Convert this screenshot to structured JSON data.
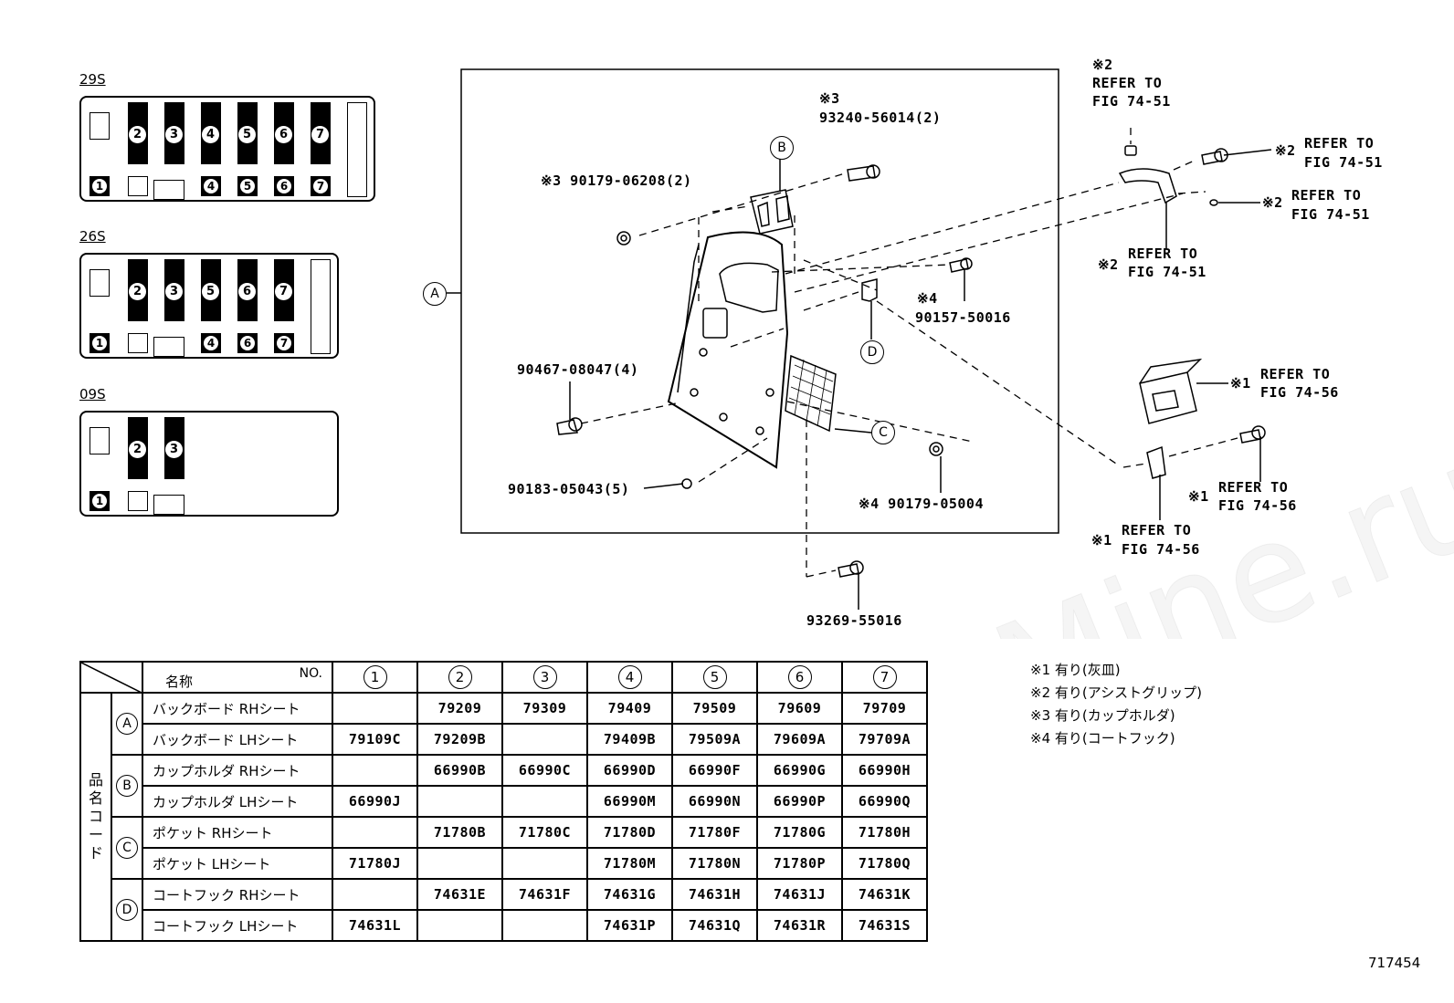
{
  "seat_configs": [
    {
      "label": "29S",
      "top_numbers": [
        "2",
        "3",
        "4",
        "5",
        "6",
        "7"
      ],
      "bottom_numbers": [
        "1",
        "4",
        "5",
        "6",
        "7"
      ]
    },
    {
      "label": "26S",
      "top_numbers": [
        "2",
        "3",
        "5",
        "6",
        "7"
      ],
      "bottom_numbers": [
        "1",
        "4",
        "6",
        "7"
      ]
    },
    {
      "label": "09S",
      "top_numbers": [
        "2",
        "3"
      ],
      "bottom_numbers": [
        "1"
      ]
    }
  ],
  "callouts": {
    "a": "A",
    "b": "B",
    "c": "C",
    "d": "D"
  },
  "labels": {
    "l1_mark": "※3",
    "l1_part": "93240-56014(2)",
    "l2": "※3 90179-06208(2)",
    "l3_mark": "※4",
    "l3_part": "90157-50016",
    "l4": "90467-08047(4)",
    "l5": "90183-05043(5)",
    "l6": "※4 90179-05004",
    "l7": "93269-55016",
    "r1_mark": "※2",
    "r1_a": "REFER TO",
    "r1_b": "FIG 74-51",
    "r2_mark": "※2",
    "r2_a": "REFER TO",
    "r2_b": "FIG 74-51",
    "r3_mark": "※2",
    "r3_a": "REFER TO",
    "r3_b": "FIG 74-51",
    "r4_mark": "※2",
    "r4_a": "REFER TO",
    "r4_b": "FIG 74-51",
    "r5_mark": "※1",
    "r5_a": "REFER TO",
    "r5_b": "FIG 74-56",
    "r6_mark": "※1",
    "r6_a": "REFER TO",
    "r6_b": "FIG 74-56",
    "r7_mark": "※1",
    "r7_a": "REFER TO",
    "r7_b": "FIG 74-56"
  },
  "table": {
    "header_name": "名称",
    "header_no": "NO.",
    "columns": [
      "1",
      "2",
      "3",
      "4",
      "5",
      "6",
      "7"
    ],
    "side_label": "品名コード",
    "groups": [
      {
        "letter": "A",
        "rows": [
          {
            "name": "バックボード RHシート",
            "codes": [
              "",
              "79209",
              "79309",
              "79409",
              "79509",
              "79609",
              "79709"
            ]
          },
          {
            "name": "バックボード LHシート",
            "codes": [
              "79109C",
              "79209B",
              "",
              "79409B",
              "79509A",
              "79609A",
              "79709A"
            ]
          }
        ]
      },
      {
        "letter": "B",
        "rows": [
          {
            "name": "カップホルダ RHシート",
            "codes": [
              "",
              "66990B",
              "66990C",
              "66990D",
              "66990F",
              "66990G",
              "66990H"
            ]
          },
          {
            "name": "カップホルダ LHシート",
            "codes": [
              "66990J",
              "",
              "",
              "66990M",
              "66990N",
              "66990P",
              "66990Q"
            ]
          }
        ]
      },
      {
        "letter": "C",
        "rows": [
          {
            "name": "ポケット RHシート",
            "codes": [
              "",
              "71780B",
              "71780C",
              "71780D",
              "71780F",
              "71780G",
              "71780H"
            ]
          },
          {
            "name": "ポケット LHシート",
            "codes": [
              "71780J",
              "",
              "",
              "71780M",
              "71780N",
              "71780P",
              "71780Q"
            ]
          }
        ]
      },
      {
        "letter": "D",
        "rows": [
          {
            "name": "コートフック RHシート",
            "codes": [
              "",
              "74631E",
              "74631F",
              "74631G",
              "74631H",
              "74631J",
              "74631K"
            ]
          },
          {
            "name": "コートフック LHシート",
            "codes": [
              "74631L",
              "",
              "",
              "74631P",
              "74631Q",
              "74631R",
              "74631S"
            ]
          }
        ]
      }
    ]
  },
  "notes": [
    "※1  有り(灰皿)",
    "※2  有り(アシストグリップ)",
    "※3  有り(カップホルダ)",
    "※4  有り(コートフック)"
  ],
  "figure_number": "717454"
}
